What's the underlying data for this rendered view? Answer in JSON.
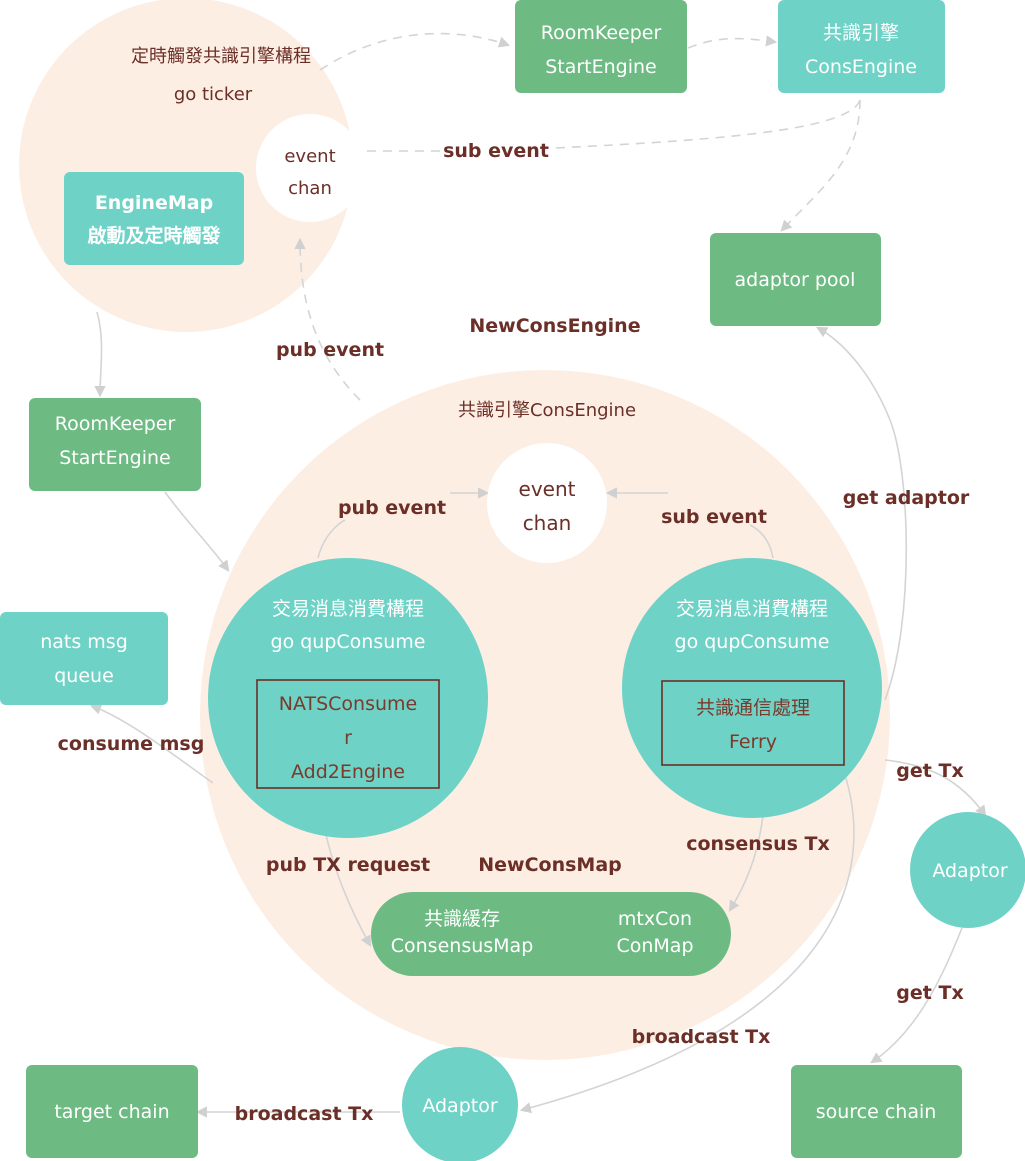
{
  "colors": {
    "peach": "#fdeee4",
    "teal": "#6fd2c6",
    "green": "#6dbb83",
    "edge_text": "#6b2f27",
    "arrow": "#d4d4d4",
    "inner_border": "#6b2f27"
  },
  "top_circle": {
    "title_line1": "定時觸發共識引擎構程",
    "title_line2": "go ticker",
    "event_chan_line1": "event",
    "event_chan_line2": "chan",
    "engine_map_line1": "EngineMap",
    "engine_map_line2": "啟動及定時觸發"
  },
  "roomkeeper_top": {
    "line1": "RoomKeeper",
    "line2": "StartEngine"
  },
  "cons_engine_box": {
    "line1": "共識引擎",
    "line2": "ConsEngine"
  },
  "adaptor_pool": {
    "label": "adaptor pool"
  },
  "roomkeeper_left": {
    "line1": "RoomKeeper",
    "line2": "StartEngine"
  },
  "nats_queue": {
    "line1": "nats msg",
    "line2": "queue"
  },
  "big_circle": {
    "title": "共識引擎ConsEngine",
    "event_chan_line1": "event",
    "event_chan_line2": "chan"
  },
  "left_consumer": {
    "line1": "交易消息消費構程",
    "line2": "go qupConsume",
    "inner_line1": "NATSConsume",
    "inner_line2": "r",
    "inner_line3": "Add2Engine"
  },
  "right_consumer": {
    "line1": "交易消息消費構程",
    "line2": "go qupConsume",
    "inner_line1": "共識通信處理",
    "inner_line2": "Ferry"
  },
  "consensus_map": {
    "left_line1": "共識緩存",
    "left_line2": "ConsensusMap",
    "right_line1": "mtxCon",
    "right_line2": "ConMap"
  },
  "adaptor_right": {
    "label": "Adaptor"
  },
  "adaptor_bottom": {
    "label": "Adaptor"
  },
  "target_chain": {
    "label": "target chain"
  },
  "source_chain": {
    "label": "source chain"
  },
  "edges": {
    "sub_event_top": "sub event",
    "pub_event_left": "pub event",
    "new_cons_engine": "NewConsEngine",
    "pub_event_inner": "pub event",
    "sub_event_inner": "sub event",
    "get_adaptor": "get adaptor",
    "consume_msg": "consume msg",
    "get_tx_right": "get Tx",
    "consensus_tx": "consensus Tx",
    "pub_tx_request": "pub TX request",
    "new_cons_map": "NewConsMap",
    "get_tx_lower": "get Tx",
    "broadcast_tx_upper": "broadcast Tx",
    "broadcast_tx_lower": "broadcast Tx"
  }
}
